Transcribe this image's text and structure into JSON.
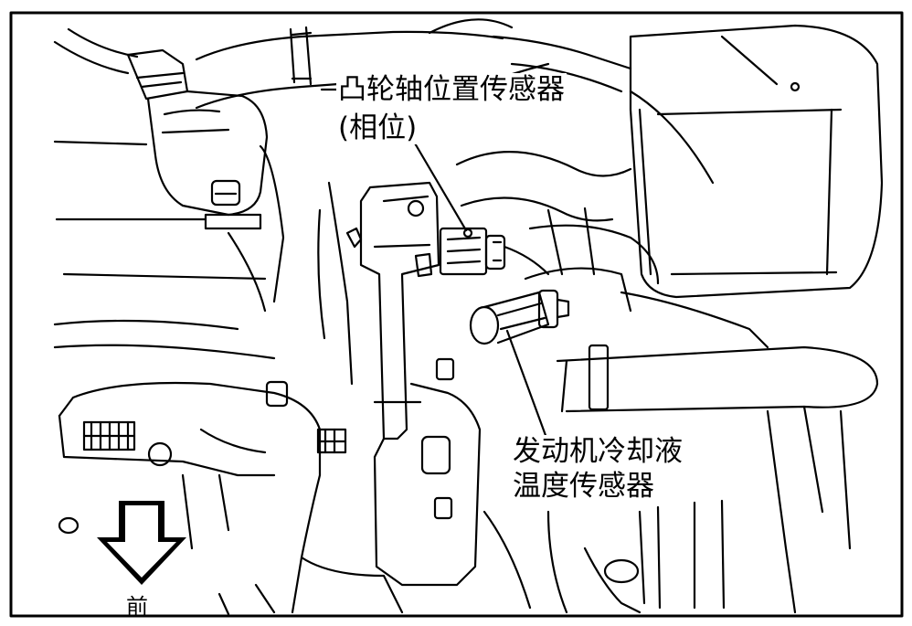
{
  "labels": {
    "cam_sensor_line1": "凸轮轴位置传感器",
    "cam_sensor_line2": "(相位)",
    "ect_sensor_line1": "发动机冷却液",
    "ect_sensor_line2": "温度传感器",
    "front": "前"
  },
  "colors": {
    "line": "#000000",
    "background": "#ffffff"
  },
  "icons": {
    "direction": "front-arrow-icon"
  }
}
